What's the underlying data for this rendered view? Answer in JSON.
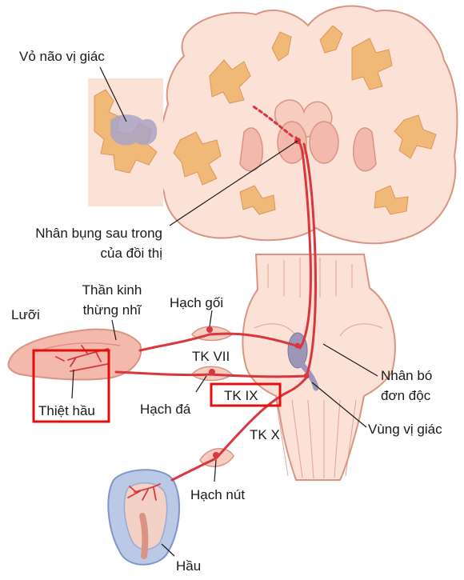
{
  "labels": {
    "cortex": "Vỏ não vị giác",
    "thalamus_line1": "Nhân bụng sau trong",
    "thalamus_line2": "của đồi thị",
    "nerve_line1": "Thần kinh",
    "nerve_line2": "thừng nhĩ",
    "tongue": "Lưỡi",
    "geniculate": "Hạch gối",
    "tk_vii": "TK VII",
    "posterior_tongue": "Thiệt hầu",
    "petrosal": "Hạch đá",
    "tk_ix": "TK IX",
    "tk_x": "TK X",
    "solitary_line1": "Nhân bó",
    "solitary_line2": "đơn độc",
    "gustatory_area": "Vùng vị giác",
    "nodose": "Hạch nút",
    "pharynx": "Hầu"
  },
  "colors": {
    "pathway": "#d9363e",
    "tissue_fill": "#fbe1d6",
    "tissue_stroke": "#d99483",
    "gyrus_fill": "#f1b978",
    "nucleus_fill": "#9c96b8",
    "highlight_box": "#e01010",
    "pharynx_fill": "#b9c9e6"
  }
}
